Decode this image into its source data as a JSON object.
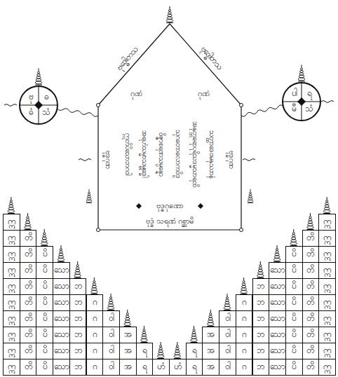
{
  "diagram": {
    "nodes": [
      {
        "text": [
          "ဗုဒ္ဓေါတသ",
          "ဗုဒ္ဓေါတသ",
          "ဂုဏံ",
          "ဂုဏံ",
          "ဣတိပိသောဘဂဝါ",
          "အရဟံသမ္မာသမ္ဗုဒ္ဓေါ",
          "ဝိဇ္ဇာစရဏသမ္ပန္နော",
          "သုဂတောလောကဝိဒူ",
          "အနုတ္တရောပုရိသဒမ္မသာရထိ",
          "သတ္ထာဒေဝမနုဿာနံ",
          "ဗုဒ္ဓဂုဏ",
          "ဗုဒ္ဓဂုဏ",
          "ဗုဒ္ဓဂုဏော",
          "ဗုဒ္ဓံ သရဏံ ဂစ္ဆာမိ"
        ]
      },
      {
        "text": [
          "ဗု",
          "ဓ",
          "ဓံ",
          "သံ"
        ]
      },
      {
        "text": [
          "ပါ",
          "ရ",
          "မီ",
          "သံ"
        ]
      }
    ],
    "edges": [
      {
        "from": 1,
        "to": 0,
        "arrow": "none"
      },
      {
        "from": 2,
        "to": 0,
        "arrow": "none"
      }
    ],
    "labels": [
      "ဣ",
      "ဣ",
      "ဣ",
      "ဣ",
      "ဣ",
      "ဣ",
      "ဣ",
      "ဣ",
      "ဣ",
      "ဣ",
      "တိ",
      "တိ",
      "တိ",
      "တိ",
      "တိ",
      "တိ",
      "တိ",
      "တိ",
      "တိ",
      "ပိ",
      "ပိ",
      "ပိ",
      "ပိ",
      "ပိ",
      "ပိ",
      "ပိ",
      "ပိ",
      "သော",
      "သော",
      "သော",
      "သော",
      "သော",
      "သော",
      "သော",
      "ဘ",
      "ဘ",
      "ဘ",
      "ဘ",
      "ဘ",
      "ဘ",
      "ဂ",
      "ဂ",
      "ဂ",
      "ဂ",
      "ဂ",
      "ဝါ",
      "ဝါ",
      "ဝါ",
      "ဝါ",
      "အ",
      "အ",
      "အ",
      "ရ",
      "ရ",
      "ဟံ",
      "ဟံ",
      "ရ",
      "ရ",
      "အ",
      "အ",
      "အ",
      "ဝါ",
      "ဝါ",
      "ဝါ",
      "ဝါ",
      "ဂ",
      "ဂ",
      "ဂ",
      "ဂ",
      "ဂ",
      "ဘ",
      "ဘ",
      "ဘ",
      "ဘ",
      "ဘ",
      "ဘ",
      "သော",
      "သော",
      "သော",
      "သော",
      "သော",
      "သော",
      "သော",
      "ပိ",
      "ပိ",
      "ပိ",
      "ပိ",
      "ပိ",
      "ပိ",
      "ပိ",
      "ပိ",
      "တိ",
      "တိ",
      "တိ",
      "တိ",
      "တိ",
      "တိ",
      "တိ",
      "တိ",
      "တိ",
      "ဣ",
      "ဣ",
      "ဣ",
      "ဣ",
      "ဣ",
      "ဣ",
      "ဣ",
      "ဣ",
      "ဣ",
      "ဣ"
    ]
  }
}
